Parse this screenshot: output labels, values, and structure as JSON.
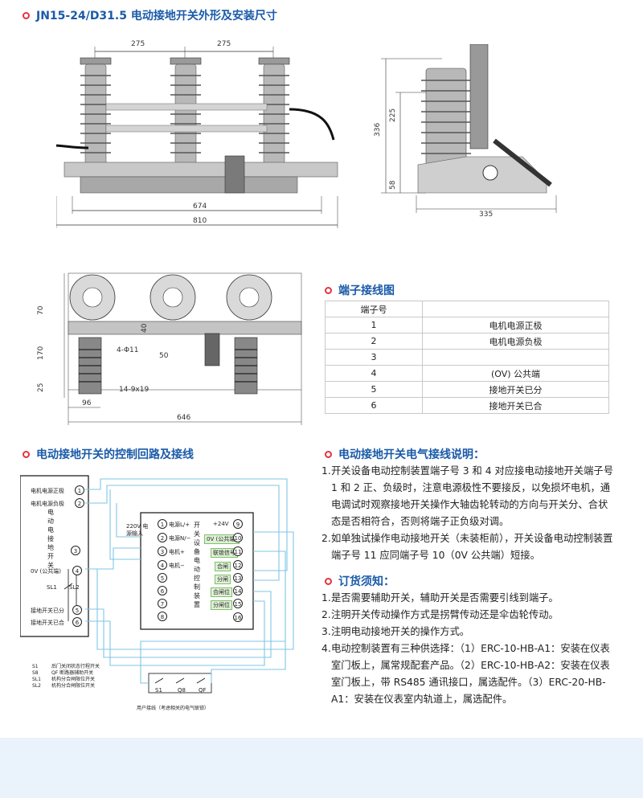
{
  "titles": {
    "outline": "JN15-24/D31.5 电动接地开关外形及安装尺寸",
    "terminal": "端子接线图",
    "control": "电动接地开关的控制回路及接线",
    "wiring_notes": "电动接地开关电气接线说明：",
    "order": "订货须知："
  },
  "front_view": {
    "top_dims": [
      "275",
      "275"
    ],
    "bottom_dims": [
      "674",
      "810"
    ]
  },
  "side_view": {
    "dims_v": [
      "336",
      "225",
      "58"
    ],
    "dim_h": "335"
  },
  "bottom_view": {
    "dims_v": [
      "70",
      "170",
      "25"
    ],
    "labels": [
      "40",
      "50",
      "4-Φ11",
      "14-9x19",
      "96",
      "646"
    ]
  },
  "terminal_table": {
    "header": "端子号",
    "rows": [
      {
        "no": "1",
        "desc": "电机电源正极"
      },
      {
        "no": "2",
        "desc": "电机电源负极"
      },
      {
        "no": "3",
        "desc": ""
      },
      {
        "no": "4",
        "desc": "(OV) 公共端"
      },
      {
        "no": "5",
        "desc": "接地开关已分"
      },
      {
        "no": "6",
        "desc": "接地开关已合"
      }
    ]
  },
  "control_circuit": {
    "left_box": {
      "rows": [
        {
          "label": "电机电源正极",
          "no": "1"
        },
        {
          "label": "电机电源负极",
          "no": "2"
        },
        {
          "label": "",
          "no": "3"
        },
        {
          "label": "0V (公共端)",
          "no": "4"
        },
        {
          "label": "接地开关已分",
          "no": "5"
        },
        {
          "label": "接地开关已合",
          "no": "6"
        }
      ],
      "vertical_text": "电动电接地开关",
      "sl1": "SL1",
      "sl2": "SL2"
    },
    "mid_box": {
      "power_input": "220V 电源输入",
      "left_terms": [
        {
          "no": "1",
          "label": "电源L/+"
        },
        {
          "no": "2",
          "label": "电源N/−"
        },
        {
          "no": "3",
          "label": "电机+"
        },
        {
          "no": "4",
          "label": "电机−"
        },
        {
          "no": "5",
          "label": ""
        },
        {
          "no": "6",
          "label": ""
        },
        {
          "no": "7",
          "label": ""
        },
        {
          "no": "8",
          "label": ""
        }
      ],
      "vertical_text": "开关设备电动控制装置",
      "right_terms": [
        {
          "no": "9",
          "label": "+24V"
        },
        {
          "no": "10",
          "label": "0V (公共端)"
        },
        {
          "no": "11",
          "label": "联锁信号"
        },
        {
          "no": "12",
          "label": "合闸"
        },
        {
          "no": "13",
          "label": "分闸"
        },
        {
          "no": "14",
          "label": "合闸位"
        },
        {
          "no": "15",
          "label": "分闸位"
        },
        {
          "no": "16",
          "label": ""
        }
      ]
    },
    "user_box": {
      "labels": [
        "S1",
        "Q8",
        "QF"
      ],
      "caption": "用户接线（考虑相关的电气联锁）"
    },
    "legend": [
      {
        "code": "S1",
        "text": "后门关闭状态行程开关"
      },
      {
        "code": "S8",
        "text": "QF 断路器辅助开关"
      },
      {
        "code": "SL1",
        "text": "机构分合闸限位开关"
      },
      {
        "code": "SL2",
        "text": "机构分合闸限位开关"
      }
    ]
  },
  "wiring_notes": [
    {
      "idx": "1.",
      "text": "开关设备电动控制装置端子号 3 和 4 对应接电动接地开关端子号 1 和 2 正、负级时，注意电源极性不要接反，以免损坏电机，通电调试时观察接地开关操作大轴齿轮转动的方向与开关分、合状态是否相符合，否则将端子正负级对调。"
    },
    {
      "idx": "2.",
      "text": "如单独试操作电动接地开关（未装柜前），开关设备电动控制装置端子号 11 应同端子号 10（0V 公共端）短接。"
    }
  ],
  "order_notes": [
    {
      "idx": "1.",
      "text": "是否需要辅助开关，辅助开关是否需要引线到端子。"
    },
    {
      "idx": "2.",
      "text": "注明开关传动操作方式是拐臂传动还是伞齿轮传动。"
    },
    {
      "idx": "3.",
      "text": "注明电动接地开关的操作方式。"
    },
    {
      "idx": "4.",
      "text": "电动控制装置有三种供选择：（1）ERC-10-HB-A1：安装在仪表室门板上，属常规配套产品。（2）ERC-10-HB-A2：安装在仪表室门板上，带 RS485 通讯接口，属选配件。（3）ERC-20-HB-A1：安装在仪表室内轨道上，属选配件。"
    }
  ]
}
